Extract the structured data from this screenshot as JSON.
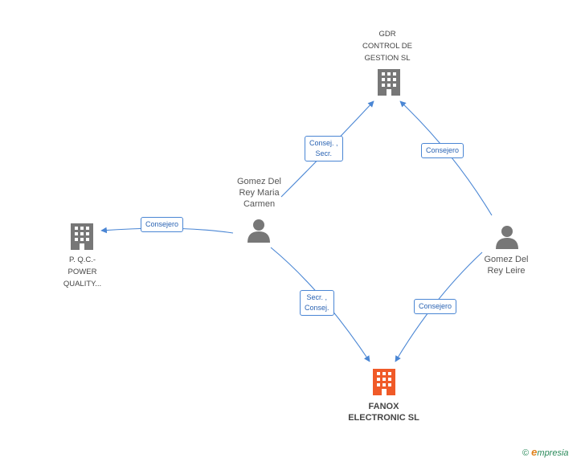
{
  "nodes": {
    "gdr": {
      "label": "GDR\nCONTROL DE\nGESTION SL",
      "icon": "building-icon",
      "color": "#777777"
    },
    "pqc": {
      "label": "P. Q.C.-\nPOWER\nQUALITY...",
      "icon": "building-icon",
      "color": "#777777"
    },
    "fanox": {
      "label": "FANOX\nELECTRONIC SL",
      "icon": "building-icon",
      "color": "#f05a28"
    },
    "carmen": {
      "label": "Gomez Del\nRey Maria\nCarmen",
      "icon": "person-icon",
      "color": "#777777"
    },
    "leire": {
      "label": "Gomez Del\nRey Leire",
      "icon": "person-icon",
      "color": "#777777"
    }
  },
  "edges": [
    {
      "from": "carmen",
      "to": "gdr",
      "label": "Consej. ,\nSecr."
    },
    {
      "from": "leire",
      "to": "gdr",
      "label": "Consejero"
    },
    {
      "from": "carmen",
      "to": "pqc",
      "label": "Consejero"
    },
    {
      "from": "carmen",
      "to": "fanox",
      "label": "Secr. ,\nConsej."
    },
    {
      "from": "leire",
      "to": "fanox",
      "label": "Consejero"
    }
  ],
  "colors": {
    "edge": "#4a86d4",
    "focus": "#f05a28",
    "neutral": "#777777"
  },
  "watermark": {
    "symbol": "©",
    "brand_initial": "e",
    "brand_rest": "mpresia"
  }
}
